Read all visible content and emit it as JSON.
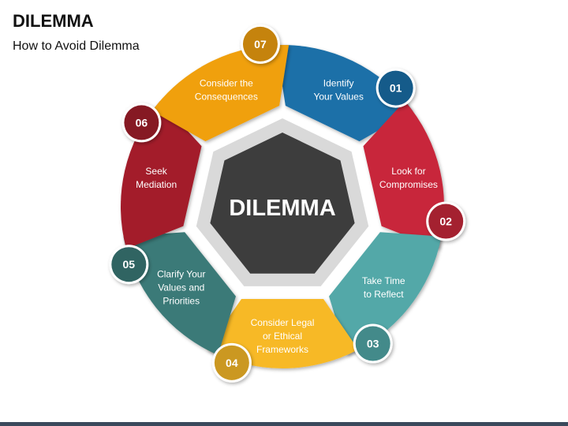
{
  "title": "DILEMMA",
  "subtitle": "How to Avoid Dilemma",
  "center_label": "DILEMMA",
  "colors": {
    "center_fill": "#3d3d3d",
    "center_ring": "#d9d9d9",
    "bottom_bar": "#3b4a5c"
  },
  "steps": [
    {
      "number": "01",
      "lines": [
        "Identify",
        "Your Values"
      ],
      "color": "#1a6fa8"
    },
    {
      "number": "02",
      "lines": [
        "Look for",
        "Compromises"
      ],
      "color": "#c8283a"
    },
    {
      "number": "03",
      "lines": [
        "Take Time",
        "to Reflect"
      ],
      "color": "#52a8a8"
    },
    {
      "number": "04",
      "lines": [
        "Consider Legal",
        "or Ethical",
        "Frameworks"
      ],
      "color": "#f7b928"
    },
    {
      "number": "05",
      "lines": [
        "Clarify Your",
        "Values and",
        "Priorities"
      ],
      "color": "#3a7a78"
    },
    {
      "number": "06",
      "lines": [
        "Seek",
        "Mediation"
      ],
      "color": "#a31f2b"
    },
    {
      "number": "07",
      "lines": [
        "Consider the",
        "Consequences"
      ],
      "color": "#f0a010"
    }
  ]
}
